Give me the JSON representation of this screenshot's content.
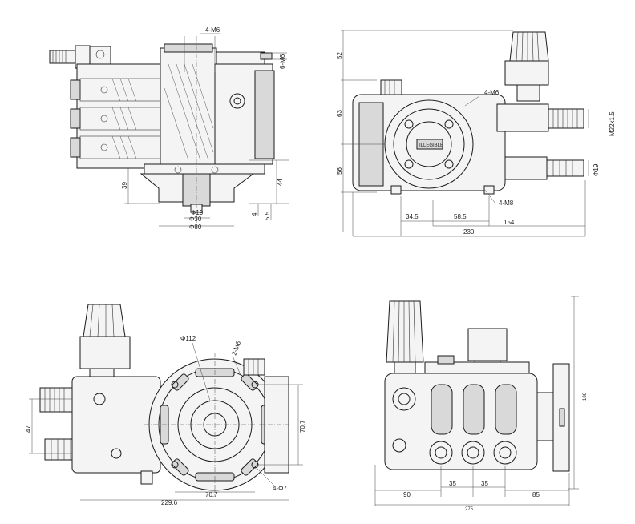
{
  "views": {
    "top_left": {
      "dims": {
        "m6_top": "4-M6",
        "m6_right": "6-M6",
        "h39": "39",
        "h44": "44",
        "d19": "Φ19",
        "d30": "Φ30",
        "d80": "Φ80",
        "h4": "4",
        "h55": "5.5"
      }
    },
    "top_right": {
      "dims": {
        "v52": "52",
        "v63": "63",
        "v56": "56",
        "m6": "4-M6",
        "thread": "M22x1.5",
        "d19": "Φ19",
        "m8": "4-M8",
        "h345": "34.5",
        "h585": "58.5",
        "h154": "154",
        "h230": "230"
      },
      "brand_text": "ILLEGIBLE"
    },
    "bottom_left": {
      "dims": {
        "d112": "Φ112",
        "m6": "2-M6",
        "v47": "47",
        "v707": "70.7",
        "h707": "70.7",
        "h2296": "229.6",
        "holes": "4-Φ7"
      }
    },
    "bottom_right": {
      "dims": {
        "v186": "186",
        "h90": "90",
        "h35a": "35",
        "h35b": "35",
        "h85": "85",
        "h275": "275"
      }
    }
  }
}
